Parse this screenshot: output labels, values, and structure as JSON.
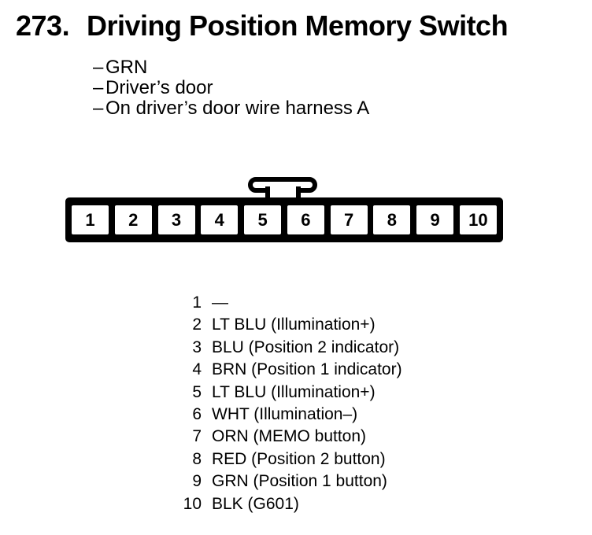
{
  "page": {
    "number": "273.",
    "title": "Driving Position Memory Switch",
    "note_bullet": "–",
    "notes": [
      {
        "text": "GRN"
      },
      {
        "text": "Driver’s door"
      },
      {
        "text": "On driver’s door wire harness A"
      }
    ]
  },
  "connector": {
    "pins": [
      "1",
      "2",
      "3",
      "4",
      "5",
      "6",
      "7",
      "8",
      "9",
      "10"
    ]
  },
  "pin_list": [
    {
      "pin": "1",
      "desc": "—"
    },
    {
      "pin": "2",
      "desc": "LT BLU (Illumination+)"
    },
    {
      "pin": "3",
      "desc": "BLU (Position 2 indicator)"
    },
    {
      "pin": "4",
      "desc": "BRN (Position 1 indicator)"
    },
    {
      "pin": "5",
      "desc": "LT BLU (Illumination+)"
    },
    {
      "pin": "6",
      "desc": "WHT (Illumination–)"
    },
    {
      "pin": "7",
      "desc": "ORN (MEMO button)"
    },
    {
      "pin": "8",
      "desc": "RED (Position 2 button)"
    },
    {
      "pin": "9",
      "desc": "GRN (Position 1 button)"
    },
    {
      "pin": "10",
      "desc": "BLK (G601)"
    }
  ],
  "colors": {
    "ink": "#000000",
    "paper": "#ffffff"
  }
}
